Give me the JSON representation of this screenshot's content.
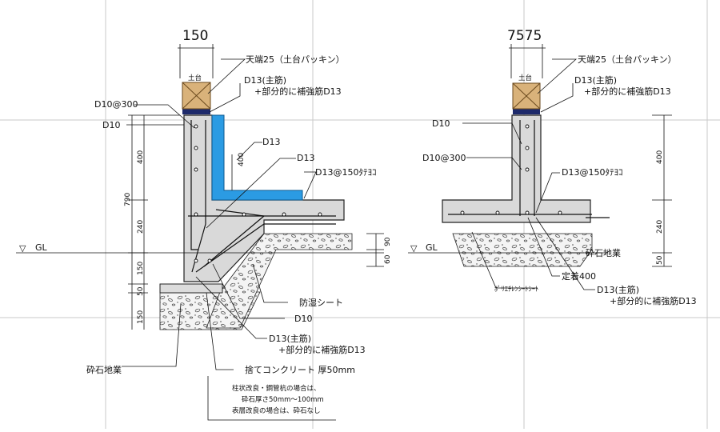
{
  "left": {
    "width_dim": "150",
    "dim_790": "790",
    "dims": [
      "400",
      "240",
      "150",
      "50",
      "150"
    ],
    "gl_dims": [
      "90",
      "60"
    ],
    "wood_label": "土台",
    "labels": {
      "top_packing": "天端25（土台パッキン）",
      "main_bar": "D13(主筋)",
      "main_bar_sub": "+部分的に補強筋D13",
      "d10_300": "D10@300",
      "d10_a": "D10",
      "d13_a": "D13",
      "d13_b": "D13",
      "d13_150": "D13@150ﾀﾃﾖｺ",
      "dim_400_vert": "400",
      "gl": "GL",
      "moisture_sheet": "防湿シート",
      "d10_b": "D10",
      "main_bar2": "D13(主筋)",
      "main_bar2_sub": "+部分的に補強筋D13",
      "gravel": "砕石地業",
      "leveling": "捨てコンクリート 厚50mm",
      "note1": "柱状改良・鋼管杭の場合は、",
      "note2": "砕石厚さ50mm～100mm",
      "note3": "表層改良の場合は、砕石なし"
    }
  },
  "right": {
    "width_dim": "7575",
    "wood_label": "土台",
    "dims": [
      "400",
      "240",
      "50"
    ],
    "labels": {
      "top_packing": "天端25（土台パッキン）",
      "main_bar": "D13(主筋)",
      "main_bar_sub": "+部分的に補強筋D13",
      "d10": "D10",
      "d10_300": "D10@300",
      "d13_150": "D13@150ﾀﾃﾖｺ",
      "gl": "GL",
      "gravel": "砕石地業",
      "anchor": "定着400",
      "poly_sheet": "ﾎﾟﾘｴﾁﾚﾝｼｰﾄｼｰﾄ",
      "main_bar2": "D13(主筋)",
      "main_bar2_sub": "+部分的に補強筋D13"
    }
  },
  "colors": {
    "concrete": "#d9d9d9",
    "insulation": "#2b9be3",
    "wood": "#d9b27a",
    "packing": "#1e2a6b",
    "gravel": "#f3f3f3"
  }
}
